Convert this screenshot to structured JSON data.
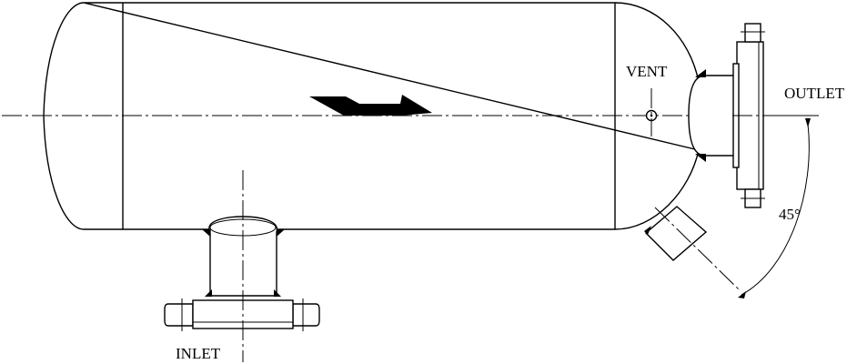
{
  "labels": {
    "inlet": "INLET",
    "vent": "VENT",
    "outlet": "OUTLET",
    "angle": "45°"
  }
}
